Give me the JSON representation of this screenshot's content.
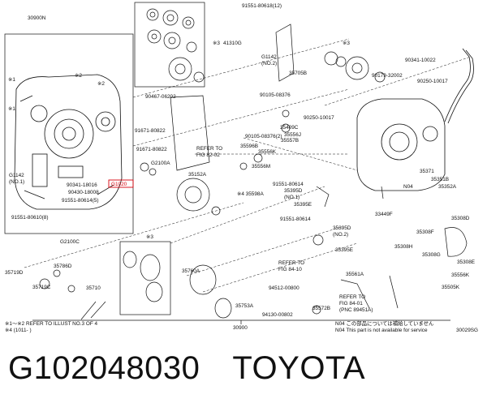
{
  "labels": {
    "l_30900N": "30900N",
    "l_91551_80618_12": "91551-80618(12)",
    "l_41310G": "41310G",
    "l_s3a": "※3",
    "l_s3b": "※3",
    "l_s3c": "※3",
    "l_s1a": "※1",
    "l_s1b": "※1",
    "l_s2a": "※2",
    "l_s2b": "※2",
    "l_g1142_top": "G1142",
    "l_no1_top": "(NO.2)",
    "l_g1142_left": "G1142",
    "l_no1_left": "(NO.1)",
    "l_35705B": "35705B",
    "l_90341_10022": "90341-10022",
    "l_90179_32002": "90179-32002",
    "l_90250_10017a": "90250-10017",
    "l_90250_10017b": "90250-10017",
    "l_90467_06202": "90467-06202",
    "l_90105_08376": "90105-08376",
    "l_90105_08376_2": "90105-08376(2)",
    "l_35409C": "35409C",
    "l_35556J": "35556J",
    "l_35557B": "35557B",
    "l_91671_80822a": "91671-80822",
    "l_91671_80822b": "91671-80822",
    "l_refer_82_02a": "REFER TO",
    "l_refer_82_02b": "FIG 82-02",
    "l_35596B": "35596B",
    "l_35556K": "35556K",
    "l_35556M": "35556M",
    "l_g2100A": "G2100A",
    "l_35152A": "35152A",
    "l_35371": "35371",
    "l_35351B": "35351B",
    "l_35352A": "35352A",
    "l_N04": "N04",
    "l_90341_18016": "90341-18016",
    "l_G1020": "G1020",
    "l_90430_18008": "90430-18008",
    "l_91551_80614_5": "91551-80614(5)",
    "l_91551_80610_8": "91551-80610(8)",
    "l_s4_35598A": "※4 35598A",
    "l_91551_80614a": "91551-80614",
    "l_35395D": "35395D",
    "l_no1_b": "(NO.1)",
    "l_35395E_a": "35395E",
    "l_33449F": "33449F",
    "l_G2100C": "G2100C",
    "l_91551_80614b": "91551-80614",
    "l_35395D_2": "35395D",
    "l_no2_b": "(NO.2)",
    "l_35395E_b": "35395E",
    "l_35308D": "35308D",
    "l_35308F": "35308F",
    "l_35308H": "35308H",
    "l_35308G": "35308G",
    "l_35308E": "35308E",
    "l_35719D": "35719D",
    "l_35786D": "35786D",
    "l_35719C": "35719C",
    "l_35710": "35710",
    "l_35760A": "35760A",
    "l_refer_84_10a": "REFER TO",
    "l_refer_84_10b": "FIG 84-10",
    "l_35561A": "35561A",
    "l_35556K_r": "35556K",
    "l_35505K": "35505K",
    "l_94512_00800": "94512-00800",
    "l_refer_84_01a": "REFER TO",
    "l_refer_84_01b": "FIG 84-01",
    "l_refer_84_01c": "(PNC 89451A)",
    "l_35753A": "35753A",
    "l_35572B": "35572B",
    "l_94130_00802": "94130-00802",
    "l_30900": "30900",
    "note_left_1": "※1～※2 REFER TO ILLUST NO.3 OF 4",
    "note_left_2": "※4 (1011-    )",
    "note_right_1": "N04  この部品については補給していません",
    "note_right_2": "N04  This part is not available for service",
    "fig_code": "30029SG"
  },
  "caption": {
    "part_number": "G102048030",
    "brand": "TOYOTA"
  },
  "highlight_color": "#d8000c"
}
